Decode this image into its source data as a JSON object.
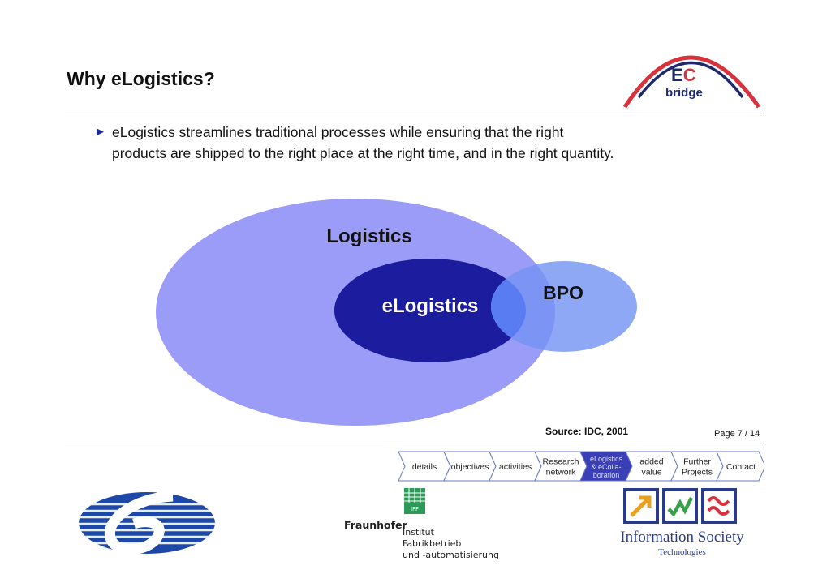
{
  "slide": {
    "title": "Why eLogistics?",
    "bullet": "eLogistics streamlines traditional processes while ensuring that the right products are shipped to the right place at the right time, and in the right quantity.",
    "bullet_marker": "►"
  },
  "diagram": {
    "logistics_label": "Logistics",
    "elogistics_label": "eLogistics",
    "bpo_label": "BPO",
    "colors": {
      "logistics": "#9b9bf8",
      "elogistics": "#1c1c9e",
      "bpo": "#8ea8f6",
      "overlap": "#5a7cf2"
    }
  },
  "source": "Source: IDC, 2001",
  "page": "Page 7 / 14",
  "nav": {
    "items": [
      {
        "line1": "details",
        "line2": "",
        "line3": "",
        "active": false
      },
      {
        "line1": "objectives",
        "line2": "",
        "line3": "",
        "active": false
      },
      {
        "line1": "activities",
        "line2": "",
        "line3": "",
        "active": false
      },
      {
        "line1": "Research",
        "line2": "network",
        "line3": "",
        "active": false
      },
      {
        "line1": "eLogistics",
        "line2": "& eColla-",
        "line3": "boration",
        "active": true
      },
      {
        "line1": "added",
        "line2": "value",
        "line3": "",
        "active": false
      },
      {
        "line1": "Further",
        "line2": "Projects",
        "line3": "",
        "active": false
      },
      {
        "line1": "Contact",
        "line2": "",
        "line3": "",
        "active": false
      }
    ]
  },
  "logos": {
    "ec_bridge": {
      "ec": "EC",
      "bridge": "bridge"
    },
    "fraunhofer": {
      "name": "Fraunhofer",
      "badge": "IFF",
      "line1": "Institut",
      "line2": "Fabrikbetrieb",
      "line3": "und -automatisierung"
    },
    "ist": {
      "title": "Information Society",
      "subtitle": "Technologies"
    }
  }
}
